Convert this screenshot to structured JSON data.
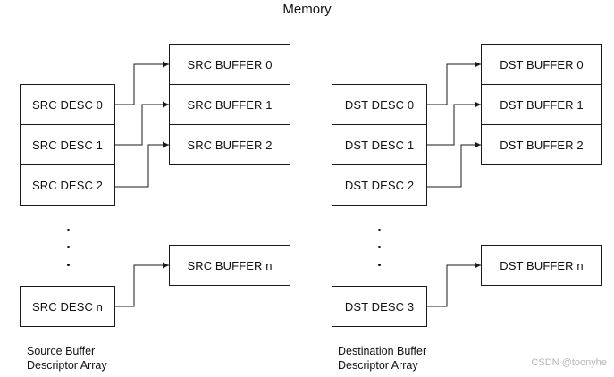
{
  "title": "Memory",
  "left": {
    "descriptors": [
      "SRC DESC 0",
      "SRC DESC 1",
      "SRC DESC 2"
    ],
    "descriptor_last": "SRC DESC n",
    "buffers": [
      "SRC BUFFER 0",
      "SRC BUFFER 1",
      "SRC BUFFER 2"
    ],
    "buffer_last": "SRC BUFFER n",
    "caption_line1": "Source Buffer",
    "caption_line2": "Descriptor Array"
  },
  "right": {
    "descriptors": [
      "DST DESC 0",
      "DST DESC 1",
      "DST DESC 2"
    ],
    "descriptor_last": "DST DESC 3",
    "buffers": [
      "DST BUFFER 0",
      "DST BUFFER 1",
      "DST BUFFER 2"
    ],
    "buffer_last": "DST BUFFER n",
    "caption_line1": "Destination Buffer",
    "caption_line2": "Descriptor Array"
  },
  "watermark": "CSDN @toonyhe",
  "colors": {
    "stroke": "#1a1a1a",
    "watermark": "#b5b5b5"
  }
}
